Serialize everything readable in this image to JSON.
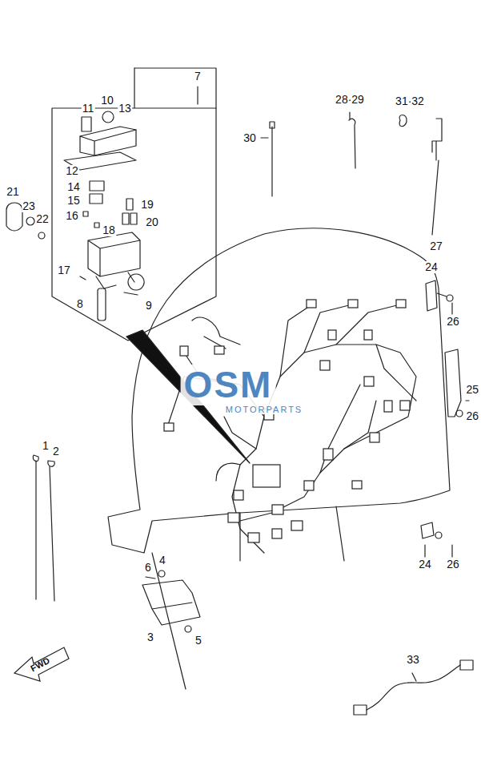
{
  "diagram": {
    "labels": [
      "7",
      "10",
      "11",
      "13",
      "12",
      "14",
      "15",
      "19",
      "16",
      "20",
      "18",
      "17",
      "8",
      "9",
      "21",
      "23",
      "22",
      "28·29",
      "30",
      "31·32",
      "27",
      "24",
      "26",
      "25",
      "26",
      "24",
      "26",
      "1",
      "2",
      "4",
      "6",
      "3",
      "5",
      "33",
      "FWD",
      "OSM",
      "MOTORPARTS"
    ]
  }
}
